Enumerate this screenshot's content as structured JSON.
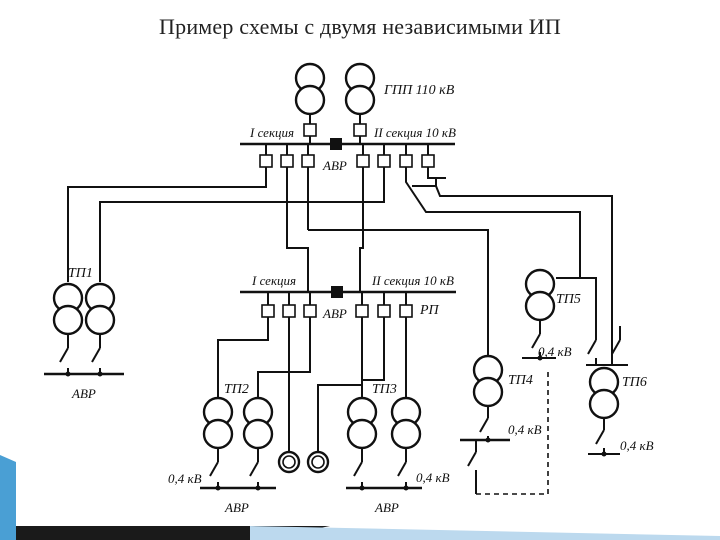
{
  "title": "Пример  схемы с двумя независимыми ИП",
  "labels": {
    "gpp": "ГПП 110 кВ",
    "gpp_sec1": "I секция",
    "gpp_sec2": "II секция 10 кВ",
    "avr_top": "АВР",
    "rp_sec1": "I секция",
    "rp_sec2": "II секция 10 кВ",
    "avr_mid": "АВР",
    "rp": "РП",
    "tp1": "ТП1",
    "tp1_avr": "АВР",
    "tp2": "ТП2",
    "tp2_v": "0,4 кВ",
    "tp2_avr": "АВР",
    "tp3": "ТП3",
    "tp3_v": "0,4 кВ",
    "tp3_avr": "АВР",
    "tp4": "ТП4",
    "tp4_v": "0,4 кВ",
    "tp5": "ТП5",
    "tp5_v": "0,4 кВ",
    "tp6": "ТП6",
    "tp6_v": "0,4 кВ"
  },
  "colors": {
    "line": "#111111",
    "accent_blue": "#4a9fd4",
    "accent_dark": "#1a1a1a"
  }
}
